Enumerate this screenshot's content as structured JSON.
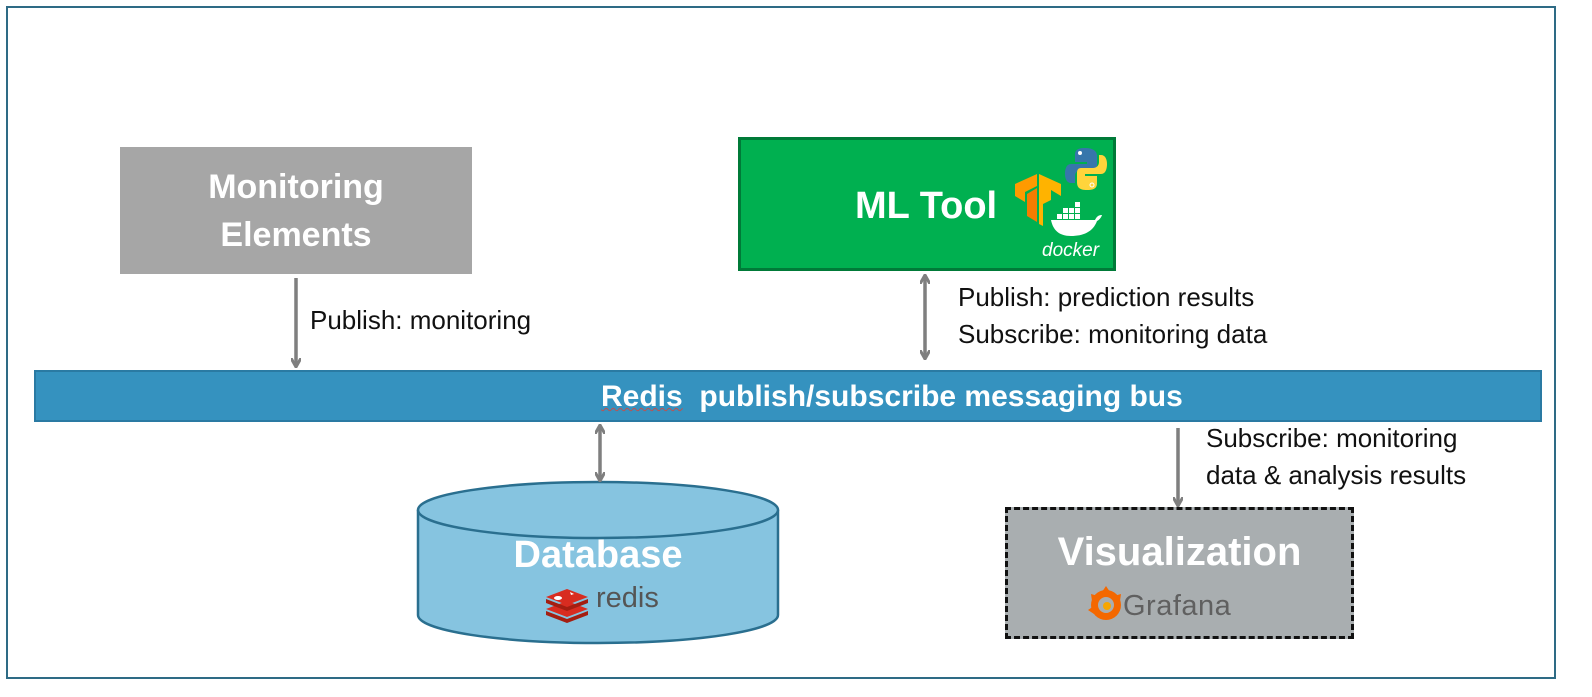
{
  "nodes": {
    "monitoring": {
      "line1": "Monitoring",
      "line2": "Elements"
    },
    "ml_tool": {
      "label": "ML Tool",
      "docker_logo_text": "docker"
    },
    "bus": {
      "redis_word": "Redis",
      "rest": "  publish/subscribe messaging bus"
    },
    "database": {
      "label": "Database",
      "logo_text": "redis"
    },
    "visualization": {
      "label": "Visualization",
      "logo_text": "Grafana"
    }
  },
  "edges": {
    "monitoring_to_bus": {
      "text": "Publish: monitoring"
    },
    "ml_bus": {
      "line1": "Publish: prediction results",
      "line2": "Subscribe: monitoring data"
    },
    "bus_to_viz": {
      "line1": "Subscribe: monitoring",
      "line2": "data & analysis results"
    }
  },
  "colors": {
    "monitoring": "#a6a6a6",
    "ml_tool": "#00b050",
    "bus": "#3592bf",
    "database": "#86c4e0",
    "visualization": "#a9aeb0",
    "arrow": "#7f7f7f",
    "frame": "#2e6b85"
  },
  "icons": [
    "tensorflow-icon",
    "python-icon",
    "docker-icon",
    "redis-icon",
    "grafana-icon"
  ]
}
